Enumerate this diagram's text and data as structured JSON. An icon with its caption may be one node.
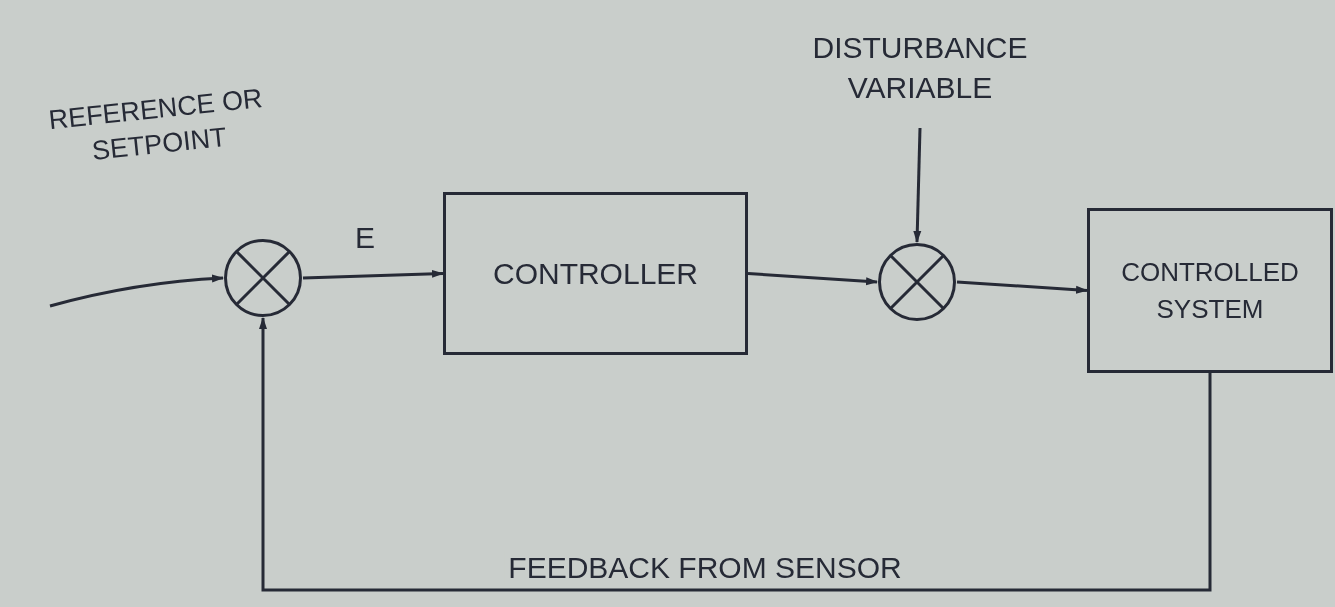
{
  "diagram": {
    "nodes": [
      {
        "text": [],
        "shape": "circle"
      },
      {
        "text": [
          "CONTROLLER"
        ]
      },
      {
        "text": [
          "DISTURBANCE VARIABLE"
        ]
      },
      {
        "text": [],
        "shape": "circle"
      },
      {
        "text": [
          "CONTROLLED SYSTEM"
        ]
      }
    ],
    "edges": [
      {
        "from": null,
        "to": 0,
        "arrow": "to"
      },
      {
        "from": 0,
        "to": 1,
        "arrow": "to",
        "label": "E"
      },
      {
        "from": 1,
        "to": 3,
        "arrow": "to"
      },
      {
        "from": 2,
        "to": 3,
        "arrow": "to"
      },
      {
        "from": 3,
        "to": 4,
        "arrow": "to"
      },
      {
        "from": 4,
        "to": 0,
        "arrow": "to",
        "label": "FEEDBACK FROM SENSOR"
      }
    ],
    "labels": [
      "REFERENCE OR SETPOINT"
    ]
  }
}
